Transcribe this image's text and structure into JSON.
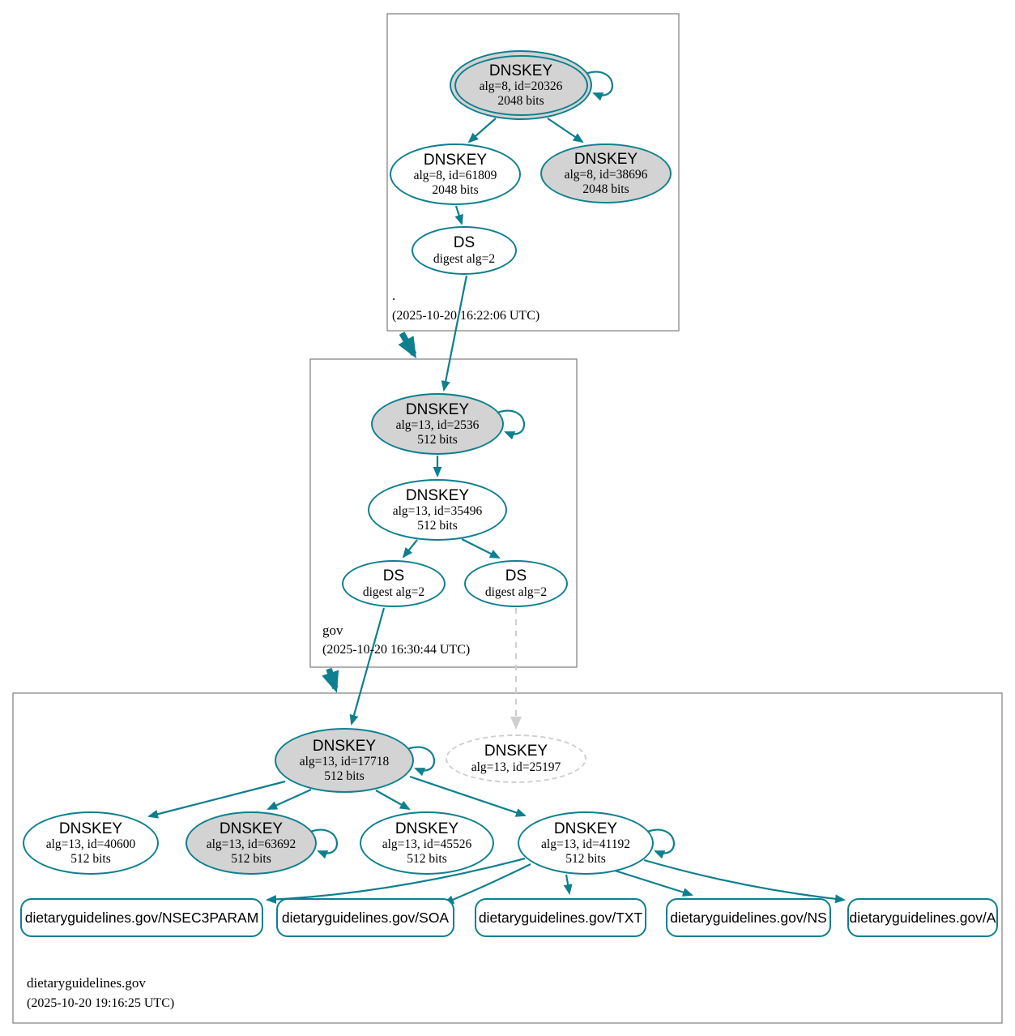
{
  "zones": {
    "root": {
      "label": ".",
      "timestamp": "(2025-10-20 16:22:06 UTC)"
    },
    "gov": {
      "label": "gov",
      "timestamp": "(2025-10-20 16:30:44 UTC)"
    },
    "dg": {
      "label": "dietaryguidelines.gov",
      "timestamp": "(2025-10-20 19:16:25 UTC)"
    }
  },
  "nodes": {
    "root_ksk_20326": {
      "type": "DNSKEY",
      "params": "alg=8, id=20326",
      "bits": "2048 bits"
    },
    "root_zsk_61809": {
      "type": "DNSKEY",
      "params": "alg=8, id=61809",
      "bits": "2048 bits"
    },
    "root_ksk_38696": {
      "type": "DNSKEY",
      "params": "alg=8, id=38696",
      "bits": "2048 bits"
    },
    "root_ds": {
      "type": "DS",
      "params": "digest alg=2"
    },
    "gov_ksk_2536": {
      "type": "DNSKEY",
      "params": "alg=13, id=2536",
      "bits": "512 bits"
    },
    "gov_zsk_35496": {
      "type": "DNSKEY",
      "params": "alg=13, id=35496",
      "bits": "512 bits"
    },
    "gov_ds_1": {
      "type": "DS",
      "params": "digest alg=2"
    },
    "gov_ds_2": {
      "type": "DS",
      "params": "digest alg=2"
    },
    "dg_ksk_17718": {
      "type": "DNSKEY",
      "params": "alg=13, id=17718",
      "bits": "512 bits"
    },
    "dg_key_25197": {
      "type": "DNSKEY",
      "params": "alg=13, id=25197"
    },
    "dg_key_40600": {
      "type": "DNSKEY",
      "params": "alg=13, id=40600",
      "bits": "512 bits"
    },
    "dg_key_63692": {
      "type": "DNSKEY",
      "params": "alg=13, id=63692",
      "bits": "512 bits"
    },
    "dg_key_45526": {
      "type": "DNSKEY",
      "params": "alg=13, id=45526",
      "bits": "512 bits"
    },
    "dg_key_41192": {
      "type": "DNSKEY",
      "params": "alg=13, id=41192",
      "bits": "512 bits"
    }
  },
  "rrsets": {
    "nsec3param": {
      "label": "dietaryguidelines.gov/NSEC3PARAM"
    },
    "soa": {
      "label": "dietaryguidelines.gov/SOA"
    },
    "txt": {
      "label": "dietaryguidelines.gov/TXT"
    },
    "ns": {
      "label": "dietaryguidelines.gov/NS"
    },
    "a": {
      "label": "dietaryguidelines.gov/A"
    }
  },
  "colors": {
    "secure_edge": "#0e7f8e",
    "sep_key_fill": "#d3d3d3",
    "missing_dashed": "#cfcfcf",
    "zone_box_border": "#7d7d7d"
  }
}
